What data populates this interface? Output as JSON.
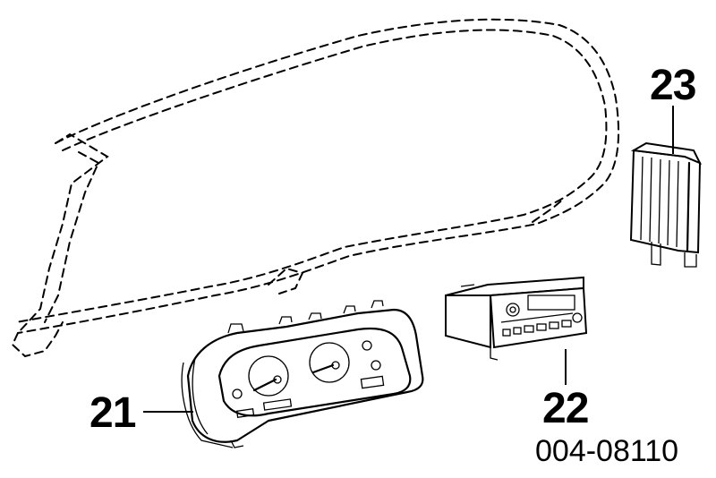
{
  "diagram": {
    "callouts": [
      {
        "id": "21",
        "label": "21"
      },
      {
        "id": "22",
        "label": "22"
      },
      {
        "id": "23",
        "label": "23"
      }
    ],
    "figure_code": "004-08110"
  }
}
